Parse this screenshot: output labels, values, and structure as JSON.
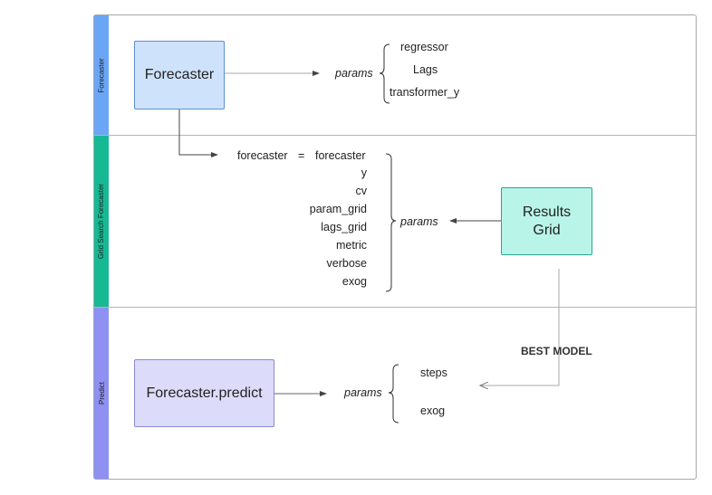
{
  "colors": {
    "lane_forecaster": "#6aa6f5",
    "lane_grid_search": "#17b894",
    "lane_predict": "#8e90f2",
    "forecaster_box_fill": "#cfe2fb",
    "forecaster_box_border": "#5b8fd6",
    "results_box_fill": "#b9f4e8",
    "results_box_border": "#2aa58e",
    "predict_box_fill": "#dcdbfa",
    "predict_box_border": "#8a88d8"
  },
  "lanes": [
    {
      "label": "Forecaster"
    },
    {
      "label": "Grid Search Forecaster"
    },
    {
      "label": "Predict"
    }
  ],
  "forecaster_lane": {
    "box_label": "Forecaster",
    "params_label": "params",
    "params": [
      "regressor",
      "Lags",
      "transformer_y"
    ]
  },
  "grid_search_lane": {
    "first_param": {
      "name": "forecaster",
      "equals": "=",
      "value": "forecaster"
    },
    "params": [
      "y",
      "cv",
      "param_grid",
      "lags_grid",
      "metric",
      "verbose",
      "exog"
    ],
    "params_label": "params",
    "results_box_label_line1": "Results",
    "results_box_label_line2": "Grid"
  },
  "predict_lane": {
    "box_label": "Forecaster.predict",
    "params_label": "params",
    "params": [
      "steps",
      "exog"
    ],
    "best_model_label": "BEST MODEL"
  }
}
